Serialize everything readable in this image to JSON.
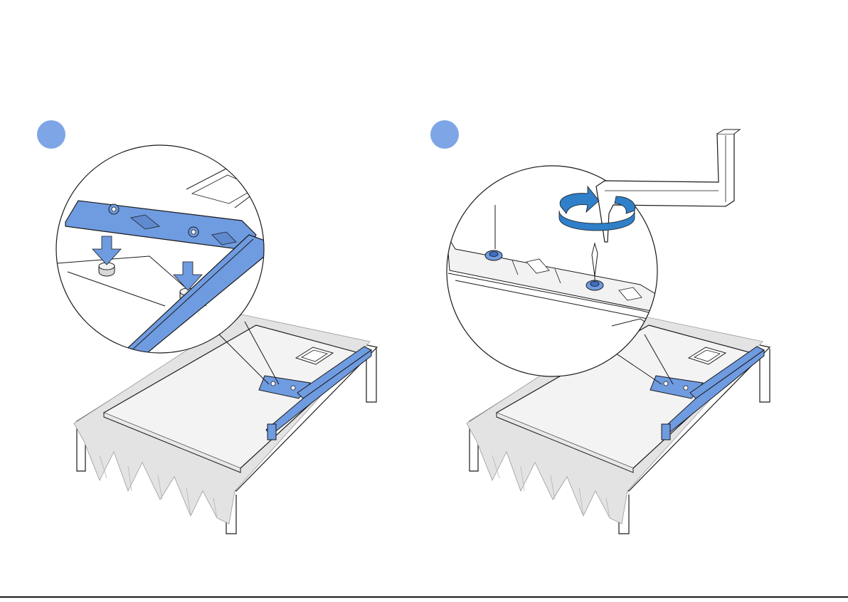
{
  "colors": {
    "accent_blue": "#6f9be0",
    "step_circle": "#7ea6e6",
    "rotation_arrow": "#2f7fc9",
    "protective_sheet": "#e3e3e3",
    "line": "#1a1a1a",
    "background": "#ffffff"
  },
  "panels": [
    {
      "step_marker": {
        "label": "",
        "icon": "step-circle"
      },
      "illustration": "stand-placed-onto-mounting-pins",
      "detail_view": "magnified-bracket-with-down-arrows",
      "arrows": [
        "arrow-down-icon",
        "arrow-down-icon"
      ]
    },
    {
      "step_marker": {
        "label": "",
        "icon": "step-circle"
      },
      "illustration": "bracket-screws-tightened-with-hex-key",
      "detail_view": "magnified-bracket-with-hex-key",
      "arrows": [
        "rotate-clockwise-icon"
      ]
    }
  ]
}
